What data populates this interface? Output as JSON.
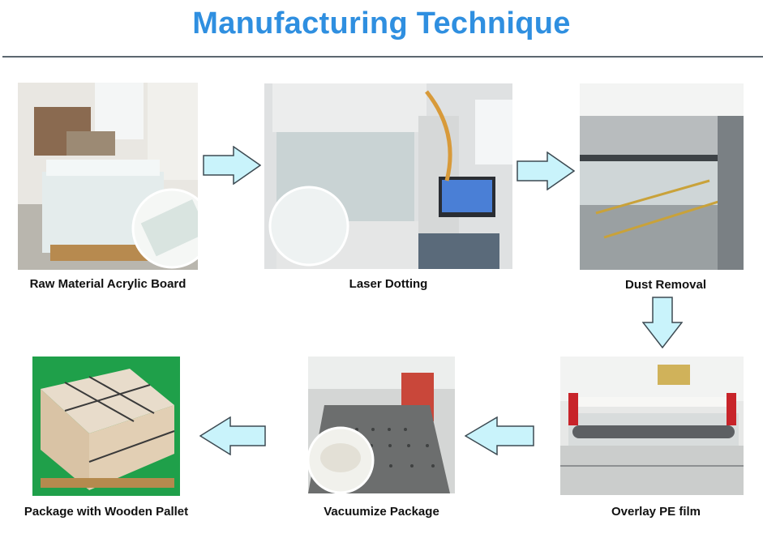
{
  "title": "Manufacturing Technique",
  "colors": {
    "title": "#2f8fe0",
    "rule": "#5c6770",
    "arrow_fill": "#c9f3fb",
    "arrow_stroke": "#3d4a52"
  },
  "steps": [
    {
      "label": "Raw Material Acrylic Board",
      "icon": "acrylic-boards-photo"
    },
    {
      "label": "Laser Dotting",
      "icon": "laser-machine-photo"
    },
    {
      "label": "Dust Removal",
      "icon": "dust-removal-machine-photo"
    },
    {
      "label": "Overlay PE film",
      "icon": "pe-film-laminator-photo"
    },
    {
      "label": "Vacuumize Package",
      "icon": "vacuum-table-photo"
    },
    {
      "label": "Package with Wooden Pallet",
      "icon": "wrapped-pallet-photo"
    }
  ],
  "arrows": [
    {
      "from": "Raw Material Acrylic Board",
      "to": "Laser Dotting",
      "direction": "right"
    },
    {
      "from": "Laser Dotting",
      "to": "Dust Removal",
      "direction": "right"
    },
    {
      "from": "Dust Removal",
      "to": "Overlay PE film",
      "direction": "down"
    },
    {
      "from": "Overlay PE film",
      "to": "Vacuumize Package",
      "direction": "left"
    },
    {
      "from": "Vacuumize Package",
      "to": "Package with Wooden Pallet",
      "direction": "left"
    }
  ]
}
